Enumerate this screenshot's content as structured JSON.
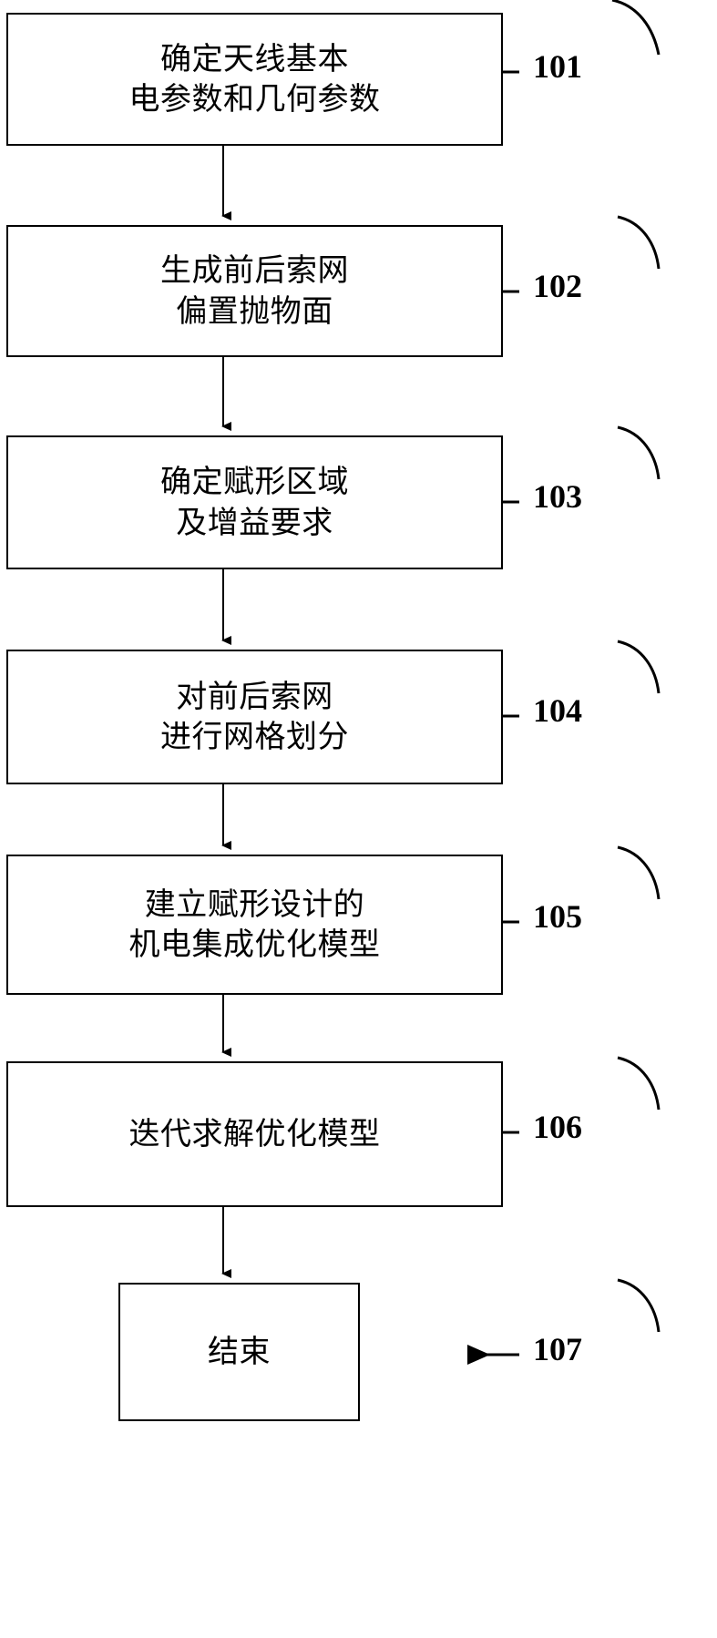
{
  "diagram": {
    "title": "antenna-shaped-design-flowchart",
    "orientation": "vertical",
    "background_color": "#ffffff",
    "stroke_color": "#000000",
    "nodes": [
      {
        "id": "step-101",
        "ref": "101",
        "lines": [
          "确定天线基本",
          "电参数和几何参数"
        ],
        "shape": "rectangle"
      },
      {
        "id": "step-102",
        "ref": "102",
        "lines": [
          "生成前后索网",
          "偏置抛物面"
        ],
        "shape": "rectangle"
      },
      {
        "id": "step-103",
        "ref": "103",
        "lines": [
          "确定赋形区域",
          "及增益要求"
        ],
        "shape": "rectangle"
      },
      {
        "id": "step-104",
        "ref": "104",
        "lines": [
          "对前后索网",
          "进行网格划分"
        ],
        "shape": "rectangle"
      },
      {
        "id": "step-105",
        "ref": "105",
        "lines": [
          "建立赋形设计的",
          "机电集成优化模型"
        ],
        "shape": "rectangle"
      },
      {
        "id": "step-106",
        "ref": "106",
        "lines": [
          "迭代求解优化模型"
        ],
        "shape": "rectangle"
      },
      {
        "id": "step-107",
        "ref": "107",
        "lines": [
          "结束"
        ],
        "shape": "rectangle"
      }
    ],
    "connectors": [
      {
        "from": "step-101",
        "to": "step-102",
        "style": "arrow-down"
      },
      {
        "from": "step-102",
        "to": "step-103",
        "style": "arrow-down"
      },
      {
        "from": "step-103",
        "to": "step-104",
        "style": "arrow-down"
      },
      {
        "from": "step-104",
        "to": "step-105",
        "style": "arrow-down"
      },
      {
        "from": "step-105",
        "to": "step-106",
        "style": "arrow-down"
      },
      {
        "from": "step-106",
        "to": "step-107",
        "style": "arrow-down"
      }
    ]
  }
}
